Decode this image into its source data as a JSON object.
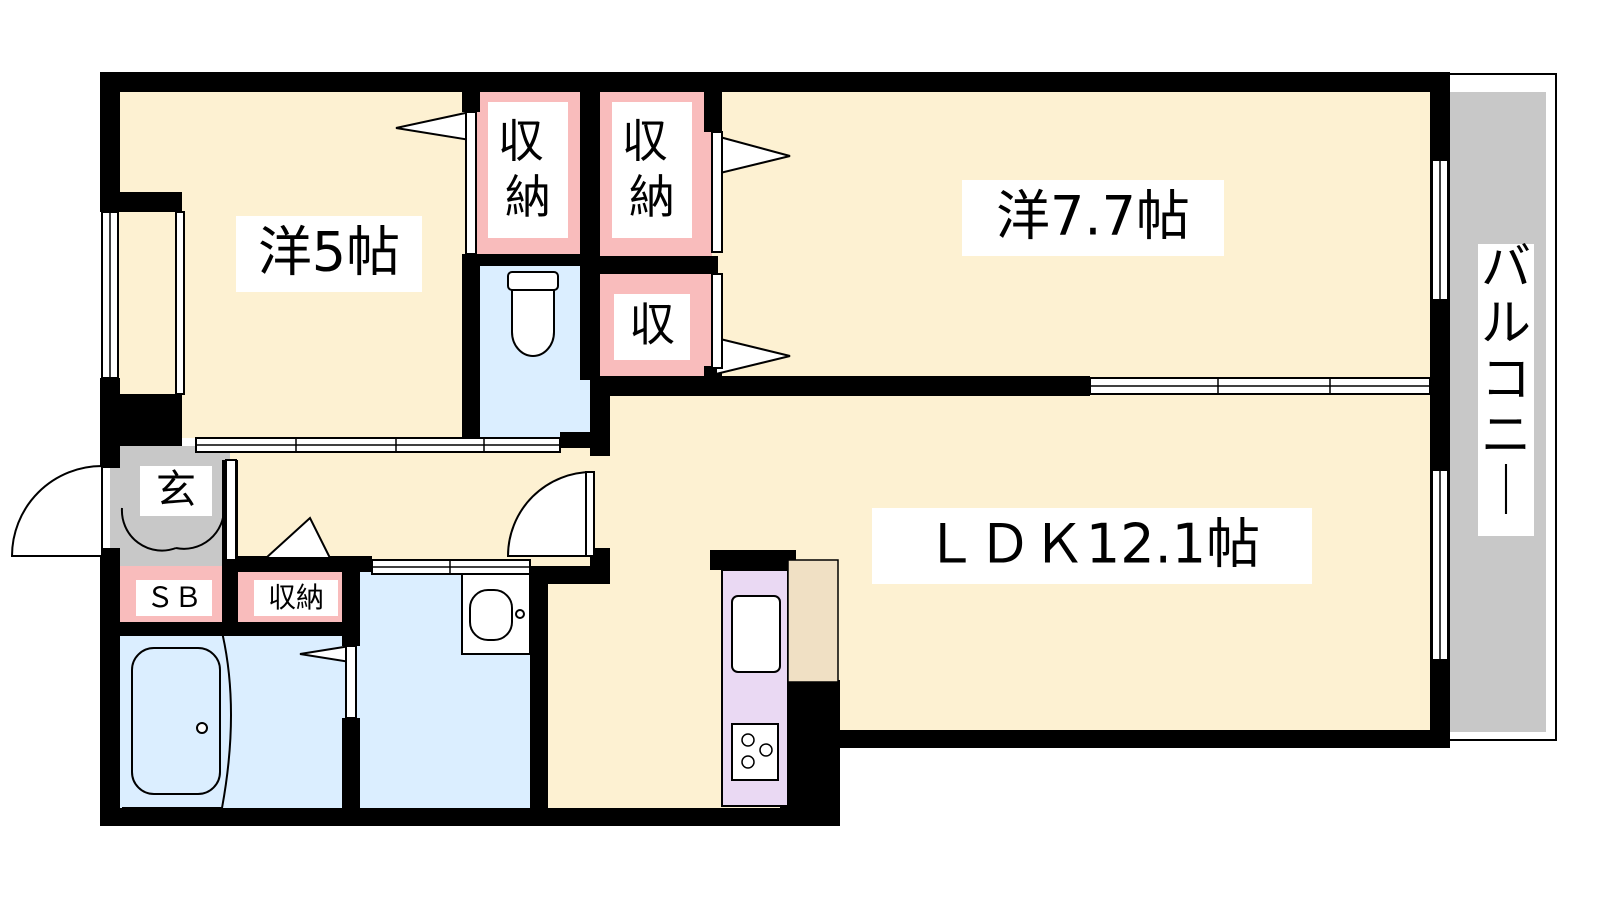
{
  "rooms": {
    "western_room_a": "洋5帖",
    "western_room_b": "洋7.7帖",
    "ldk": "ＬＤＫ12.1帖",
    "storage_1": "収\n納",
    "storage_2": "収\n納",
    "storage_3": "収",
    "entrance": "玄",
    "shoe_box": "ＳＢ",
    "storage_4": "収納",
    "balcony": "バルコニー"
  },
  "colors": {
    "wall": "#000000",
    "room_floor": "#fdf1d2",
    "storage_floor": "#f9bcbc",
    "water_area": "#dbeeff",
    "balcony_floor": "#c8c8c8",
    "kitchen_counter": "#ead9f3",
    "fridge_space": "#f0e0c4",
    "entrance_floor": "#c8c8c8"
  }
}
